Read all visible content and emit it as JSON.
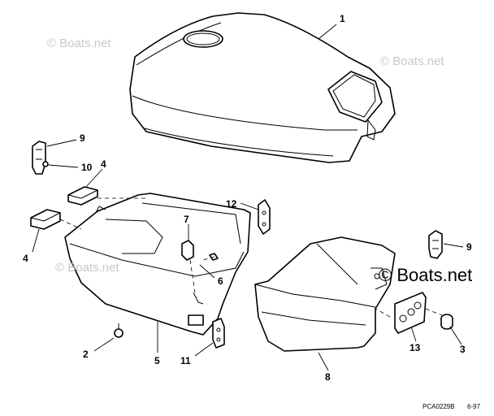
{
  "watermarks": {
    "left": "© Boats.net",
    "top_right": "© Boats.net",
    "mid_right": "© Boats.net",
    "mid_left": "© Boats.net"
  },
  "callouts": {
    "c1": "1",
    "c9a": "9",
    "c10": "10",
    "c4a": "4",
    "c12": "12",
    "c7": "7",
    "c4b": "4",
    "c6": "6",
    "c9b": "9",
    "c2": "2",
    "c5": "5",
    "c11": "11",
    "c13": "13",
    "c3": "3",
    "c8": "8"
  },
  "footer": {
    "drawing_code": "PCA0229B",
    "date_code": "6-97"
  }
}
